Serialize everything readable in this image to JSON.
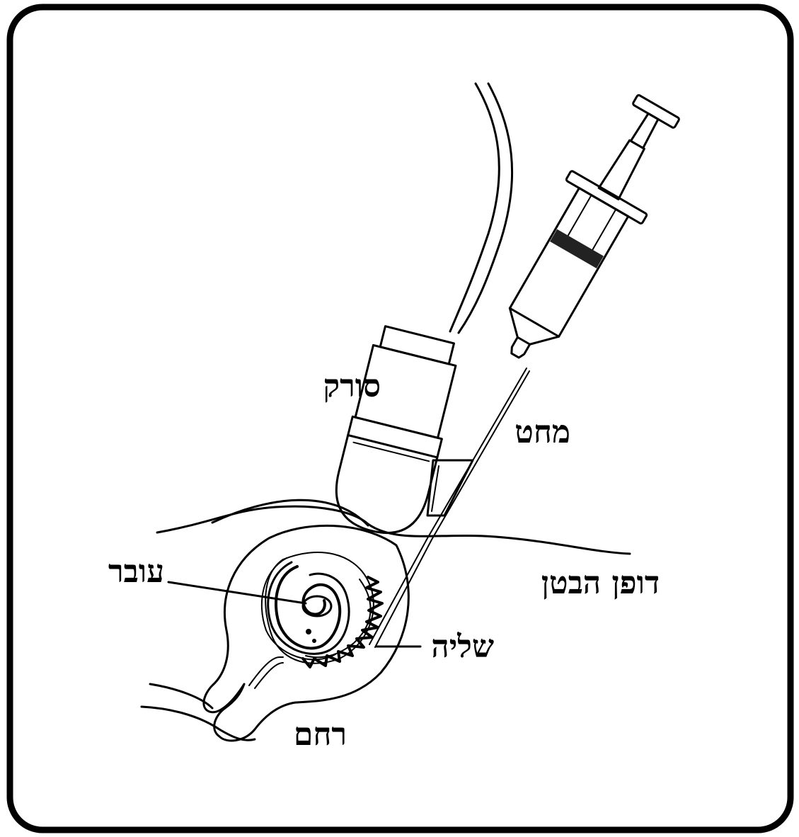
{
  "labels": {
    "transducer": "סורק",
    "needle": "מחט",
    "abdominal_wall": "דופן הבטן",
    "fetus": "עובר",
    "placenta": "שליה",
    "uterus": "רחם"
  },
  "colors": {
    "line": "#000000",
    "background": "#ffffff",
    "syringe_fluid": "#222222"
  }
}
